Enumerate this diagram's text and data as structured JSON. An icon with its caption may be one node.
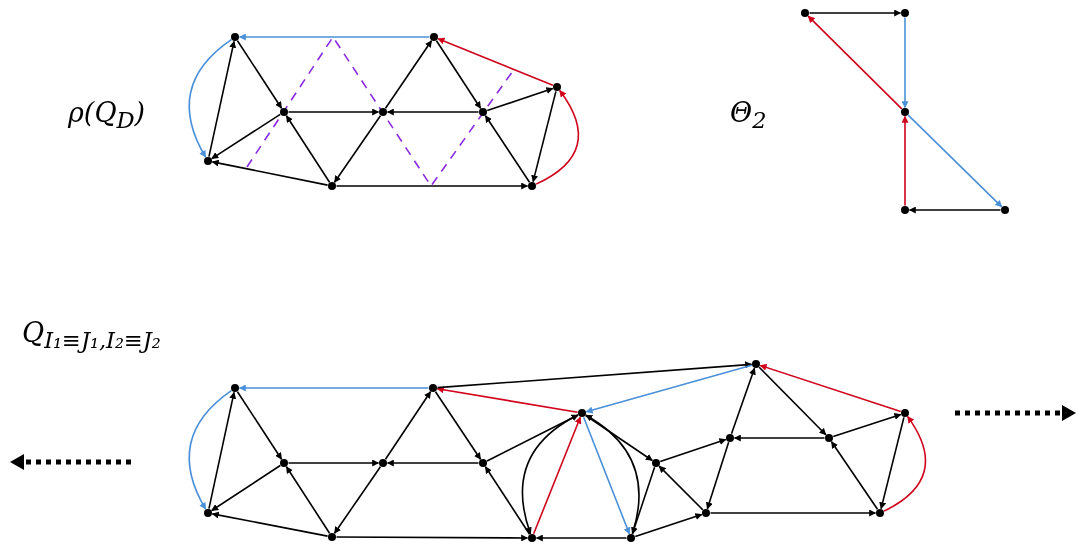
{
  "diagram": {
    "nodes": [
      {
        "text": [],
        "shape": "circle"
      },
      {
        "text": [],
        "shape": "circle"
      },
      {
        "text": [],
        "shape": "circle"
      },
      {
        "text": [],
        "shape": "circle"
      },
      {
        "text": [],
        "shape": "circle"
      },
      {
        "text": [],
        "shape": "circle"
      },
      {
        "text": [],
        "shape": "circle"
      },
      {
        "text": [],
        "shape": "circle"
      },
      {
        "text": [],
        "shape": "circle"
      },
      {
        "text": [],
        "shape": "circle"
      },
      {
        "text": [],
        "shape": "circle"
      },
      {
        "text": [],
        "shape": "circle"
      },
      {
        "text": [],
        "shape": "circle"
      },
      {
        "text": [],
        "shape": "circle"
      },
      {
        "text": [],
        "shape": "circle"
      },
      {
        "text": [],
        "shape": "circle"
      },
      {
        "text": [],
        "shape": "circle"
      },
      {
        "text": [],
        "shape": "circle"
      },
      {
        "text": [],
        "shape": "circle"
      },
      {
        "text": [],
        "shape": "circle"
      },
      {
        "text": [],
        "shape": "circle"
      },
      {
        "text": [],
        "shape": "circle"
      },
      {
        "text": [],
        "shape": "circle"
      },
      {
        "text": [],
        "shape": "circle"
      },
      {
        "text": [],
        "shape": "circle"
      },
      {
        "text": [],
        "shape": "circle"
      },
      {
        "text": [],
        "shape": "circle"
      },
      {
        "text": [],
        "shape": "circle"
      },
      {
        "text": [],
        "shape": "circle"
      },
      {
        "text": [],
        "shape": "circle"
      },
      {
        "text": [],
        "shape": "circle"
      }
    ],
    "edges": [
      {
        "from": 1,
        "to": 0,
        "arrow": "to",
        "color": "#4a90d9"
      },
      {
        "from": 0,
        "to": 2,
        "arrow": "to",
        "color": "#4a90d9"
      },
      {
        "from": 2,
        "to": 0,
        "arrow": "to"
      },
      {
        "from": 0,
        "to": 3,
        "arrow": "to"
      },
      {
        "from": 3,
        "to": 2,
        "arrow": "to"
      },
      {
        "from": 7,
        "to": 2,
        "arrow": "to"
      },
      {
        "from": 7,
        "to": 3,
        "arrow": "to"
      },
      {
        "from": 3,
        "to": 4,
        "arrow": "to"
      },
      {
        "from": 4,
        "to": 1,
        "arrow": "to"
      },
      {
        "from": 1,
        "to": 5,
        "arrow": "to"
      },
      {
        "from": 5,
        "to": 4,
        "arrow": "to"
      },
      {
        "from": 4,
        "to": 7,
        "arrow": "to"
      },
      {
        "from": 7,
        "to": 8,
        "arrow": "to"
      },
      {
        "from": 8,
        "to": 5,
        "arrow": "to"
      },
      {
        "from": 5,
        "to": 6,
        "arrow": "to"
      },
      {
        "from": 6,
        "to": 8,
        "arrow": "to"
      },
      {
        "from": 8,
        "to": 6,
        "arrow": "to",
        "color": "#d0021b"
      },
      {
        "from": 6,
        "to": 1,
        "arrow": "to",
        "color": "#d0021b"
      },
      {
        "from": 9,
        "to": 10,
        "arrow": "to"
      },
      {
        "from": 10,
        "to": 11,
        "arrow": "to",
        "color": "#4a90d9"
      },
      {
        "from": 11,
        "to": 9,
        "arrow": "to",
        "color": "#d0021b"
      },
      {
        "from": 11,
        "to": 13,
        "arrow": "to",
        "color": "#4a90d9"
      },
      {
        "from": 13,
        "to": 12,
        "arrow": "to"
      },
      {
        "from": 12,
        "to": 11,
        "arrow": "to",
        "color": "#d0021b"
      },
      {
        "from": 15,
        "to": 14,
        "arrow": "to",
        "color": "#4a90d9"
      },
      {
        "from": 14,
        "to": 16,
        "arrow": "to",
        "color": "#4a90d9"
      },
      {
        "from": 16,
        "to": 14,
        "arrow": "to"
      },
      {
        "from": 14,
        "to": 17,
        "arrow": "to"
      },
      {
        "from": 17,
        "to": 16,
        "arrow": "to"
      },
      {
        "from": 20,
        "to": 16,
        "arrow": "to"
      },
      {
        "from": 20,
        "to": 17,
        "arrow": "to"
      },
      {
        "from": 17,
        "to": 18,
        "arrow": "to"
      },
      {
        "from": 18,
        "to": 15,
        "arrow": "to"
      },
      {
        "from": 15,
        "to": 19,
        "arrow": "to"
      },
      {
        "from": 19,
        "to": 18,
        "arrow": "to"
      },
      {
        "from": 18,
        "to": 20,
        "arrow": "to"
      },
      {
        "from": 20,
        "to": 22,
        "arrow": "to"
      },
      {
        "from": 22,
        "to": 19,
        "arrow": "to"
      },
      {
        "from": 19,
        "to": 21,
        "arrow": "to"
      },
      {
        "from": 21,
        "to": 15,
        "arrow": "to",
        "color": "#d0021b"
      },
      {
        "from": 15,
        "to": 26,
        "arrow": "to"
      },
      {
        "from": 26,
        "to": 21,
        "arrow": "to",
        "color": "#4a90d9"
      },
      {
        "from": 21,
        "to": 22,
        "arrow": "to"
      },
      {
        "from": 22,
        "to": 21,
        "arrow": "to",
        "color": "#d0021b"
      },
      {
        "from": 21,
        "to": 23,
        "arrow": "to",
        "color": "#4a90d9"
      },
      {
        "from": 23,
        "to": 21,
        "arrow": "to"
      },
      {
        "from": 21,
        "to": 24,
        "arrow": "to"
      },
      {
        "from": 23,
        "to": 22,
        "arrow": "to"
      },
      {
        "from": 23,
        "to": 25,
        "arrow": "to"
      },
      {
        "from": 24,
        "to": 27,
        "arrow": "to"
      },
      {
        "from": 24,
        "to": 23,
        "arrow": "to"
      },
      {
        "from": 25,
        "to": 24,
        "arrow": "to"
      },
      {
        "from": 27,
        "to": 25,
        "arrow": "to"
      },
      {
        "from": 27,
        "to": 26,
        "arrow": "to"
      },
      {
        "from": 26,
        "to": 28,
        "arrow": "to"
      },
      {
        "from": 28,
        "to": 27,
        "arrow": "to"
      },
      {
        "from": 28,
        "to": 29,
        "arrow": "to"
      },
      {
        "from": 29,
        "to": 30,
        "arrow": "to"
      },
      {
        "from": 30,
        "to": 28,
        "arrow": "to"
      },
      {
        "from": 25,
        "to": 30,
        "arrow": "to"
      },
      {
        "from": 30,
        "to": 29,
        "arrow": "to",
        "color": "#d0021b"
      },
      {
        "from": 29,
        "to": 26,
        "arrow": "to",
        "color": "#d0021b"
      }
    ],
    "labels": [
      "ρ(Q$_{D}$)",
      "Θ$_{2}$",
      "Q$_{I₁≡J₁,I₂≡J₂}$"
    ]
  }
}
